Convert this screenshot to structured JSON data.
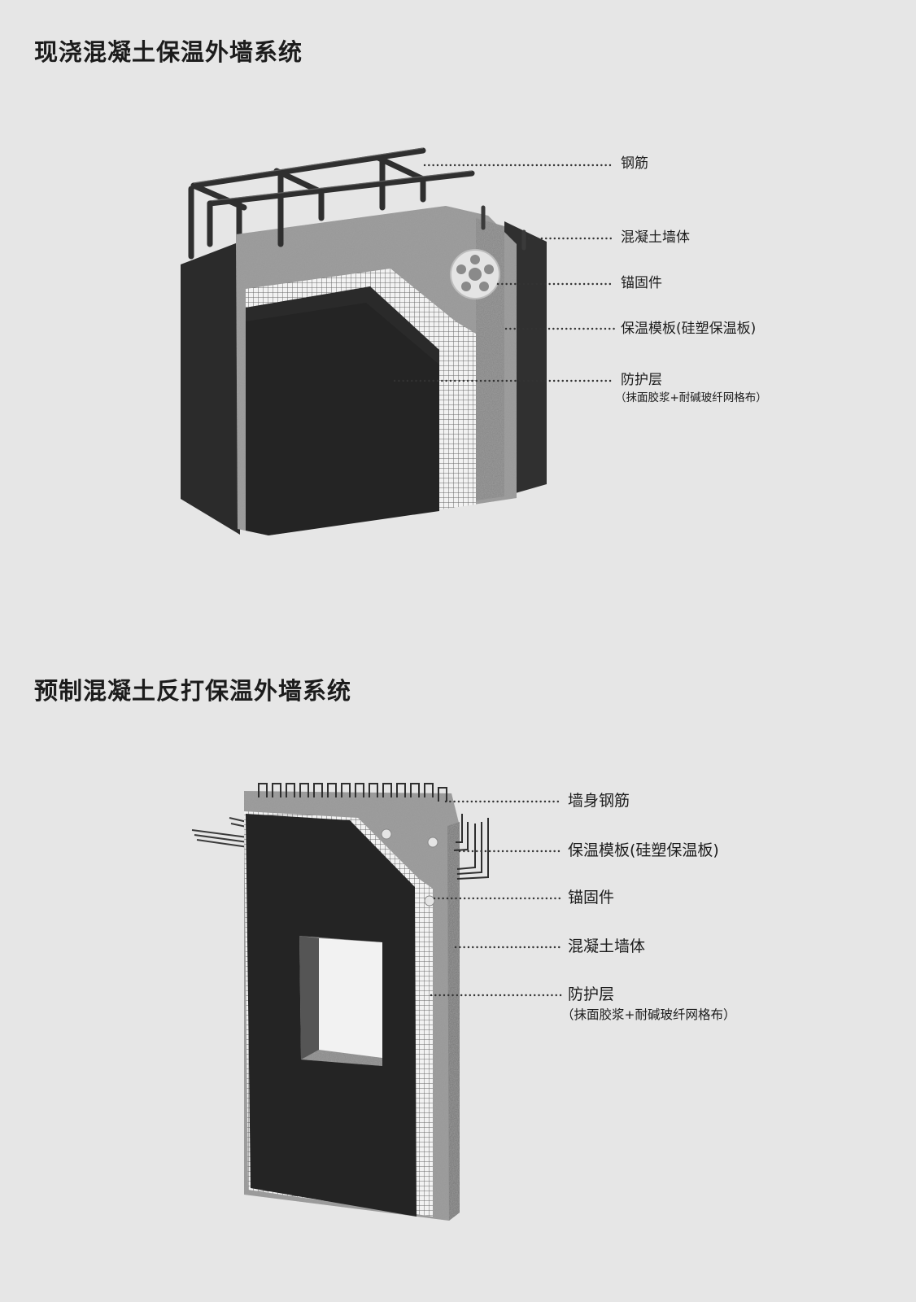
{
  "section1": {
    "title": "现浇混凝土保温外墙系统",
    "labels": [
      "钢筋",
      "混凝土墙体",
      "锚固件",
      "保温模板(硅塑保温板)",
      "防护层"
    ],
    "sublabel": "（抹面胶浆+耐碱玻纤网格布）"
  },
  "section2": {
    "title": "预制混凝土反打保温外墙系统",
    "labels": [
      "墙身钢筋",
      "保温模板(硅塑保温板)",
      "锚固件",
      "混凝土墙体",
      "防护层"
    ],
    "sublabel": "（抹面胶浆+耐碱玻纤网格布）"
  },
  "colors": {
    "background": "#e6e6e6",
    "wall_dark": "#262626",
    "concrete": "#9a9a9a",
    "mesh": "#eeeeee",
    "rebar": "#333333",
    "leader_dots": "#333333"
  },
  "icons": {
    "anchor": "anchor-disc-icon"
  }
}
